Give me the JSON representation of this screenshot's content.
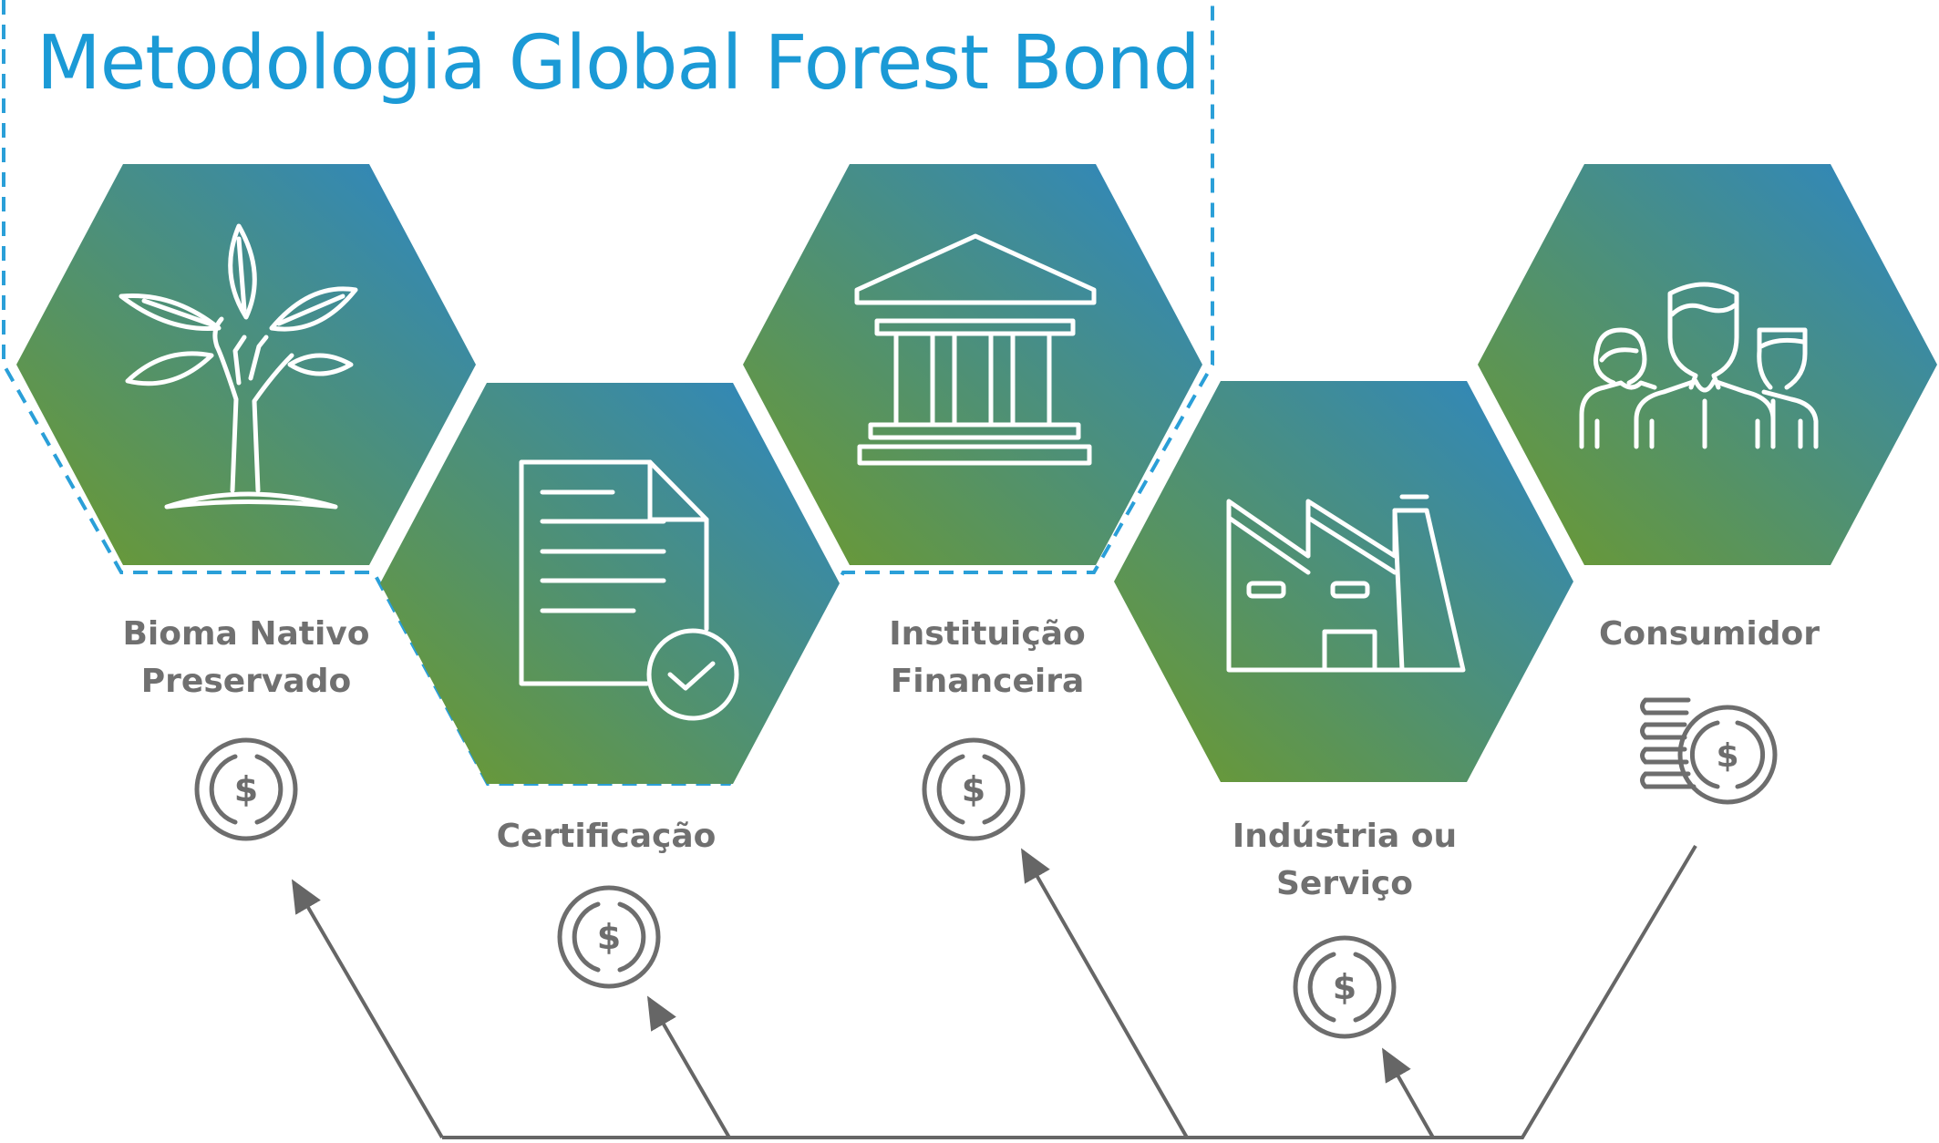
{
  "title": "Metodologia Global Forest Bond",
  "colors": {
    "title": "#1b9ad6",
    "dashed_outline": "#2a9fd8",
    "gradient_top": "#2c86c6",
    "gradient_bottom": "#6e9a2a",
    "label_text": "#707070",
    "icon_gray": "#6d6d6d",
    "arrow_gray": "#666666",
    "icon_line": "#ffffff"
  },
  "stages": [
    {
      "id": "bioma",
      "icon": "tree-icon",
      "label": "Bioma Nativo\nPreservado",
      "payment_icon": "dollar-coin-icon"
    },
    {
      "id": "certificacao",
      "icon": "certified-document-icon",
      "label": "Certificação",
      "payment_icon": "dollar-coin-icon"
    },
    {
      "id": "instituicao",
      "icon": "bank-icon",
      "label": "Instituição\nFinanceira",
      "payment_icon": "dollar-coin-icon"
    },
    {
      "id": "industria",
      "icon": "factory-icon",
      "label": "Indústria ou\nServiço",
      "payment_icon": "dollar-coin-icon"
    },
    {
      "id": "consumidor",
      "icon": "people-group-icon",
      "label": "Consumidor",
      "payment_icon": "coin-stack-icon"
    }
  ]
}
